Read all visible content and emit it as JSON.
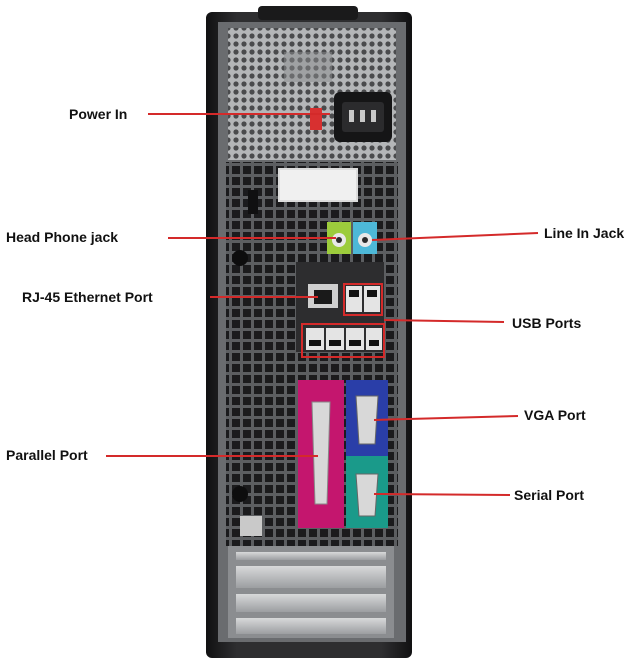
{
  "labels": {
    "power_in": "Power In",
    "head_phone_jack": "Head Phone jack",
    "rj45": "RJ-45 Ethernet Port",
    "parallel": "Parallel Port",
    "line_in": "Line In Jack",
    "usb": "USB Ports",
    "vga": "VGA Port",
    "serial": "Serial Port"
  },
  "colors": {
    "leader_line": "#d42a2a",
    "case_body": "#2a2a2c",
    "panel": "#8d8f92",
    "headphone_jack": "#9ccc3c",
    "line_in_jack": "#4db8d8",
    "parallel_port": "#c4166e",
    "vga_port": "#2a3ea8",
    "serial_port": "#1a9a8a"
  }
}
